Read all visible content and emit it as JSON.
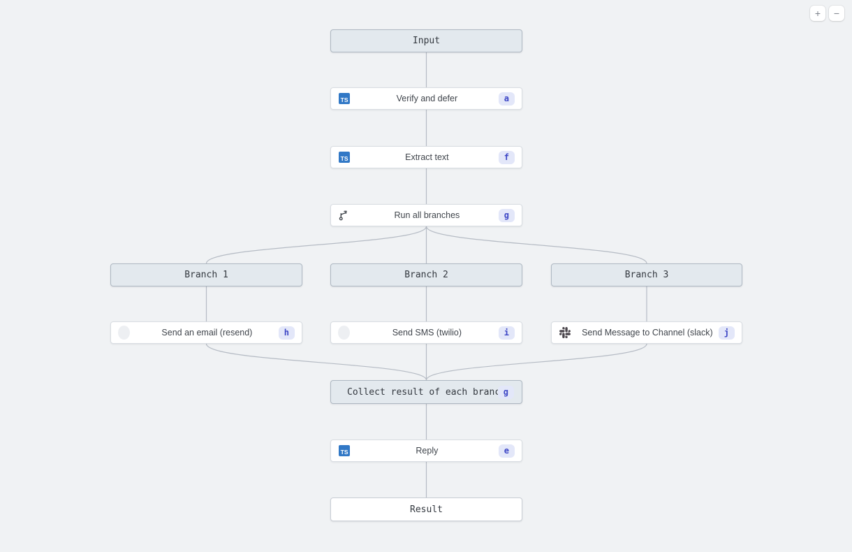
{
  "canvas": {
    "background": "#f0f2f4",
    "edge_color": "#b5bbc4",
    "label_node_bg": "#e3e9ee",
    "label_node_border": "#aeb8c2",
    "step_node_bg": "#ffffff",
    "badge_bg": "#e3e7f9",
    "badge_text_color": "#3c45c5",
    "typescript_blue": "#3178c6",
    "slack_icon_color": "#4a454b"
  },
  "zoom_controls": {
    "zoom_in_label": "+",
    "zoom_out_label": "−"
  },
  "icons": {
    "typescript": "TS"
  },
  "nodes": {
    "input": {
      "label": "Input"
    },
    "verify": {
      "title": "Verify and defer",
      "badge": "a",
      "icon": "typescript-icon"
    },
    "extract": {
      "title": "Extract text",
      "badge": "f",
      "icon": "typescript-icon"
    },
    "run_all": {
      "title": "Run all branches",
      "badge": "g",
      "icon": "git-branch-icon"
    },
    "branch1": {
      "label": "Branch 1"
    },
    "branch2": {
      "label": "Branch 2"
    },
    "branch3": {
      "label": "Branch 3"
    },
    "email": {
      "title": "Send an email (resend)",
      "badge": "h",
      "icon": "placeholder-icon"
    },
    "sms": {
      "title": "Send SMS (twilio)",
      "badge": "i",
      "icon": "placeholder-icon"
    },
    "slack": {
      "title": "Send Message to Channel (slack)",
      "badge": "j",
      "icon": "slack-icon"
    },
    "collect": {
      "label": "Collect result of each branch",
      "badge": "g"
    },
    "reply": {
      "title": "Reply",
      "badge": "e",
      "icon": "typescript-icon"
    },
    "result": {
      "label": "Result"
    }
  }
}
